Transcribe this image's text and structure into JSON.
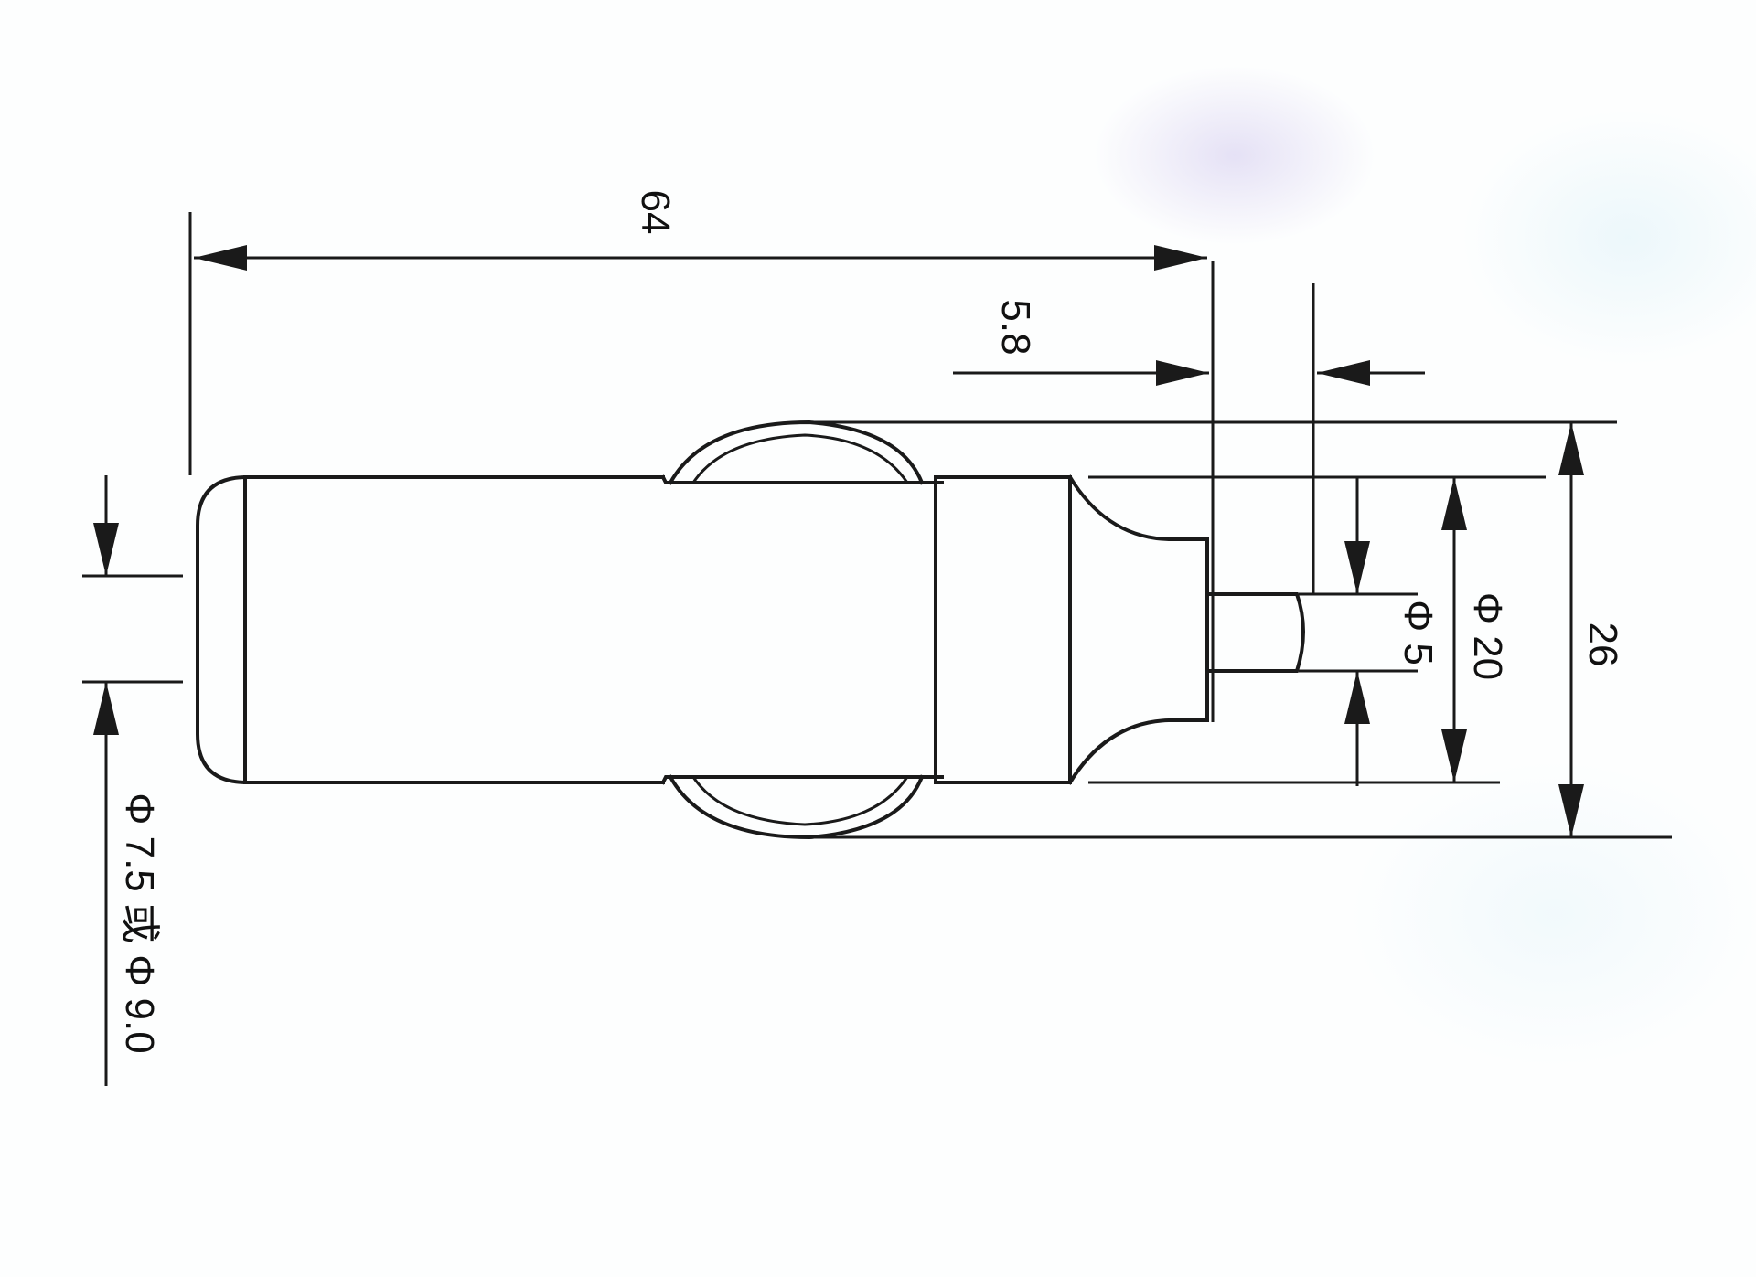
{
  "drawing": {
    "dimensions": {
      "overall_length": "64",
      "tip_length": "5.8",
      "outer_diameter": "26",
      "body_diameter": "Φ 20",
      "tip_diameter": "Φ 5",
      "shaft_diameter": "Φ 7.5 或 Φ 9.0"
    }
  }
}
